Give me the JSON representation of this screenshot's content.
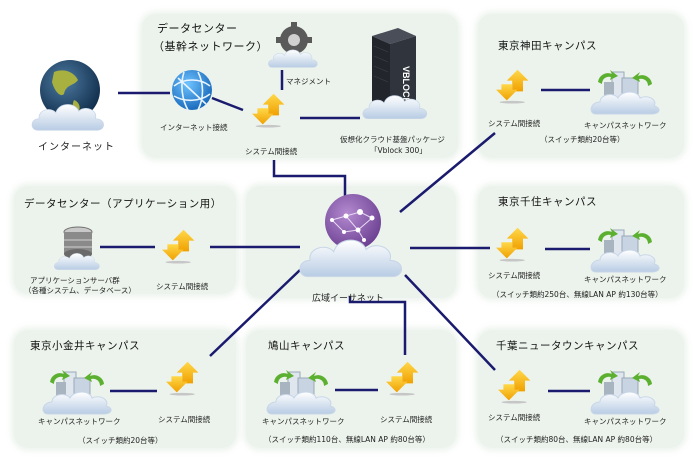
{
  "diagram": {
    "internet": {
      "label": "インターネット"
    },
    "core_dc": {
      "title_line1": "データセンター",
      "title_line2": "（基幹ネットワーク）",
      "internet_connection": "インターネット接続",
      "management": "マネジメント",
      "system_interconnect": "システム間接続",
      "vblock_line1": "仮想化クラウド基盤パッケージ",
      "vblock_line2": "「Vblock 300」",
      "vblock_brand": "VBLOCK"
    },
    "app_dc": {
      "title": "データセンター（アプリケーション用）",
      "servers_line1": "アプリケーションサーバ群",
      "servers_line2": "（各種システム、データベース）",
      "system_interconnect": "システム間接続"
    },
    "wan": {
      "label": "広域イーサネット"
    },
    "campuses": [
      {
        "id": "kanda",
        "title": "東京神田キャンパス",
        "system_interconnect": "システム間接続",
        "network": "キャンパスネットワーク",
        "note": "（スイッチ類約20台等）"
      },
      {
        "id": "senju",
        "title": "東京千住キャンパス",
        "system_interconnect": "システム間接続",
        "network": "キャンパスネットワーク",
        "note": "（スイッチ類約250台、無線LAN AP 約130台等）"
      },
      {
        "id": "koganei",
        "title": "東京小金井キャンパス",
        "system_interconnect": "システム間接続",
        "network": "キャンパスネットワーク",
        "note": "（スイッチ類約20台等）"
      },
      {
        "id": "hatoyama",
        "title": "鳩山キャンパス",
        "system_interconnect": "システム間接続",
        "network": "キャンパスネットワーク",
        "note": "（スイッチ類約110台、無線LAN AP 約80台等）"
      },
      {
        "id": "chiba",
        "title": "千葉ニュータウンキャンパス",
        "system_interconnect": "システム間接続",
        "network": "キャンパスネットワーク",
        "note": "（スイッチ類約80台、無線LAN AP 約80台等）"
      }
    ],
    "colors": {
      "panel": "#ecf3ec",
      "link": "#1a1a6e",
      "arrow": "#f5b800",
      "wan_globe": "#8a5aa8",
      "internet_globe": "#2a7fd4"
    }
  }
}
